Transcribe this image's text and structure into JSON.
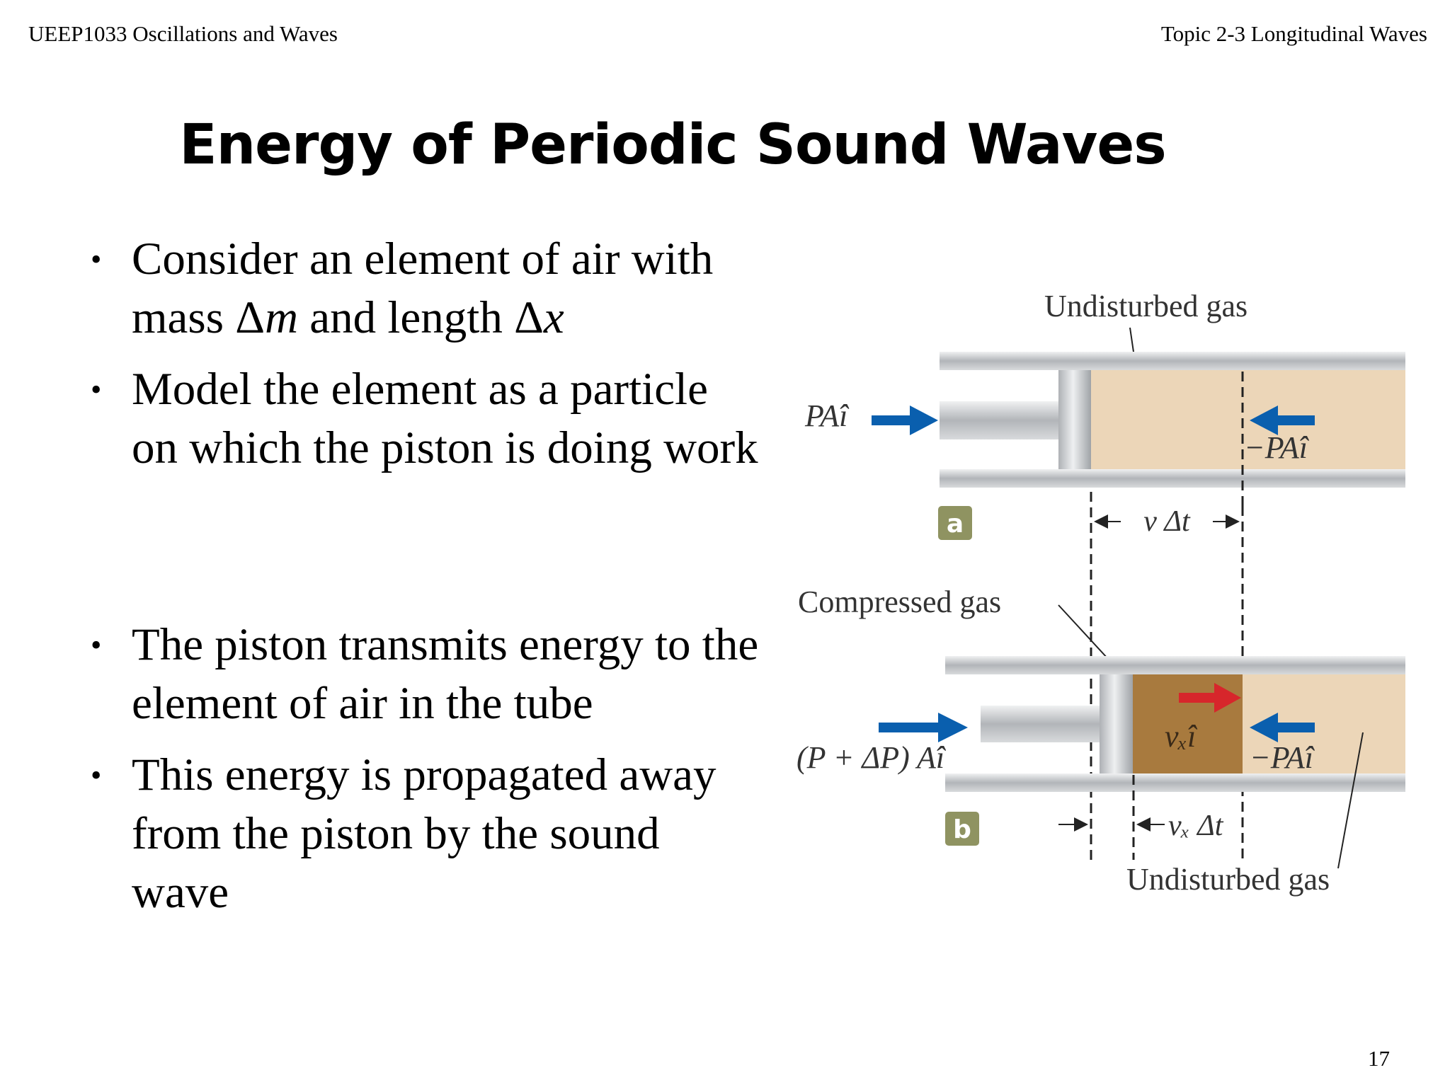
{
  "header": {
    "course": "UEEP1033 Oscillations and Waves",
    "topic": "Topic 2-3 Longitudinal Waves"
  },
  "title": "Energy of Periodic Sound Waves",
  "bullets_top": [
    {
      "line1": "Consider an element of air with",
      "line2_pre": "mass Δ",
      "line2_m": "m",
      "line2_mid": " and length Δ",
      "line2_x": "x"
    },
    {
      "text": "Model the element as a particle on which the piston is doing work"
    }
  ],
  "bullets_bottom": [
    {
      "text": "The piston transmits energy to the element of air in the tube"
    },
    {
      "text": "This energy is propagated away from the piston by the sound wave"
    }
  ],
  "diagram": {
    "label_undisturbed_top": "Undisturbed gas",
    "label_compressed": "Compressed gas",
    "label_undisturbed_bottom": "Undisturbed gas",
    "force_PA": "PAî",
    "force_neg_PA_a": "−PAî",
    "force_P_dP": "(P + ΔP) Aî",
    "force_neg_PA_b": "−PAî",
    "velocity_vx": "vₓî",
    "dist_v_dt": "v Δt",
    "dist_vx_dt": "vₓ Δt",
    "panel_a": "a",
    "panel_b": "b",
    "colors": {
      "gas_light": "#ecd6b8",
      "gas_compressed": "#a87a3e",
      "arrow_blue": "#0a5fae",
      "arrow_red": "#d7262b",
      "tube_gray": "#b9bcc0",
      "panel_label_bg": "#8f9361"
    }
  },
  "page_number": "17"
}
